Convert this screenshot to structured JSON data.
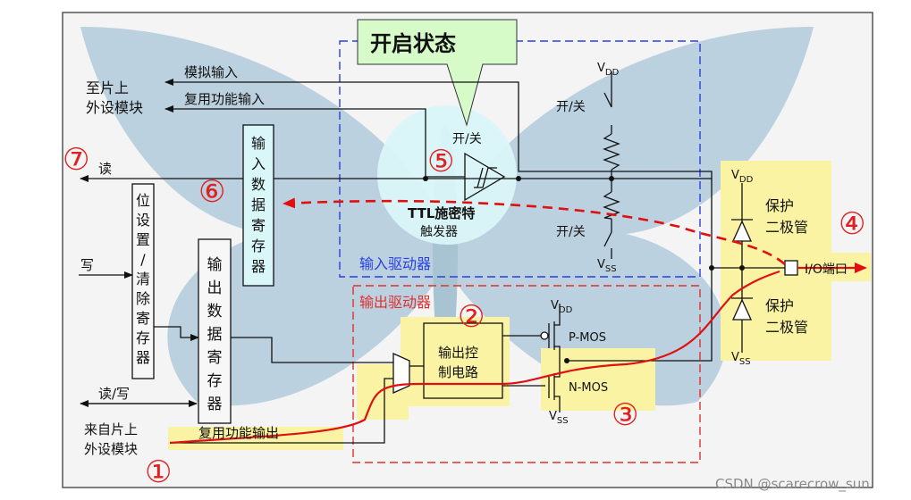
{
  "labels": {
    "to_peripheral_line1": "至片上",
    "to_peripheral_line2": "外设模块",
    "analog_input": "模拟输入",
    "alt_func_input": "复用功能输入",
    "read": "读",
    "write": "写",
    "read_write": "读/写",
    "from_peripheral_line1": "来自片上",
    "from_peripheral_line2": "外设模块",
    "alt_func_output": "复用功能输出",
    "bit_set_reset_register": [
      "位",
      "设",
      "置",
      "/",
      "清",
      "除",
      "寄",
      "存",
      "器"
    ],
    "output_data_register": [
      "输",
      "出",
      "数",
      "据",
      "寄",
      "存",
      "器"
    ],
    "input_data_register": [
      "输",
      "入",
      "数",
      "据",
      "寄",
      "存",
      "器"
    ],
    "on_state": "开启状态",
    "on_off_schmitt": "开/关",
    "on_off_upper": "开/关",
    "on_off_lower": "开/关",
    "ttl_schmitt_line1": "TTL施密特",
    "ttl_schmitt_line2": "触发器",
    "input_driver": "输入驱动器",
    "output_driver": "输出驱动器",
    "output_control_line1": "输出控",
    "output_control_line2": "制电路",
    "p_mos": "P-MOS",
    "n_mos": "N-MOS",
    "vdd_top": "V",
    "vdd_sub": "DD",
    "vss_sub": "SS",
    "protect_diode_line1": "保护",
    "protect_diode_line2": "二极管",
    "io_port": "I/O端口",
    "watermark": "CSDN @scarecrow_sun"
  },
  "markers": [
    "①",
    "②",
    "③",
    "④",
    "⑤",
    "⑥",
    "⑦"
  ],
  "colors": {
    "highlight_yellow": "#fbf3a4",
    "cyan_box": "#d9f6f8",
    "green_callout": "#d6fbc9",
    "input_driver_border": "#2a3ee0",
    "output_driver_border": "#e03030",
    "red_path": "#e01010",
    "butterfly": "#a8c6d8",
    "marker_red": "#e02020"
  }
}
